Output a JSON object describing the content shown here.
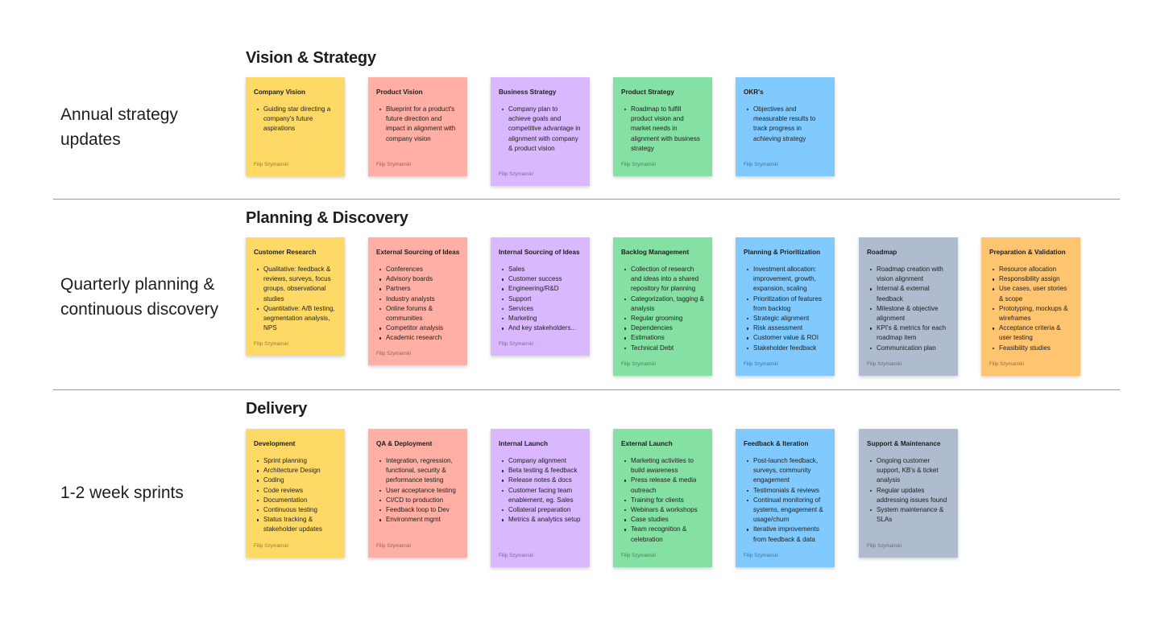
{
  "colors": {
    "yellow": "#FFD966",
    "red": "#FFAFA3",
    "purple": "#D9B8FF",
    "green": "#85E0A3",
    "blue": "#80CAFF",
    "gray": "#AFBCCF",
    "orange": "#FFC470",
    "divider": "#9A9A9A"
  },
  "rows": [
    {
      "label_lines": [
        "Annual strategy",
        "updates"
      ],
      "section_title": "Vision & Strategy",
      "notes": [
        {
          "title": "Company Vision",
          "color": "yellow",
          "author": "Filip Szymanski",
          "items": [
            "Guiding star directing a company's future aspirations"
          ]
        },
        {
          "title": "Product Vision",
          "color": "red",
          "author": "Filip Szymanski",
          "items": [
            "Blueprint for a product's future direction and impact in alignment with company vision"
          ]
        },
        {
          "title": "Business Strategy",
          "color": "purple",
          "author": "Filip Szymanski",
          "items": [
            "Company plan to achieve goals and competitive advantage in alignment with company & product vision"
          ]
        },
        {
          "title": "Product Strategy",
          "color": "green",
          "author": "Filip Szymanski",
          "items": [
            "Roadmap to fulfill product vision and market needs in alignment with business strategy"
          ]
        },
        {
          "title": "OKR's",
          "color": "blue",
          "author": "Filip Szymanski",
          "items": [
            "Objectives and measurable results to track progress in achieving strategy"
          ]
        }
      ]
    },
    {
      "label_lines": [
        "Quarterly planning &",
        "continuous discovery"
      ],
      "section_title": "Planning & Discovery",
      "notes": [
        {
          "title": "Customer Research",
          "color": "yellow",
          "author": "Filip Szymanski",
          "items": [
            "Qualitative: feedback & reviews, surveys, focus groups, observational studies",
            "Quantitative:  A/B testing, segmentation analysis, NPS"
          ]
        },
        {
          "title": "External Sourcing of Ideas",
          "color": "red",
          "author": "Filip Szymanski",
          "items": [
            "Conferences",
            "Advisory boards",
            "Partners",
            "Industry analysts",
            "Online forums & communities",
            "Competitor analysis",
            "Academic research"
          ]
        },
        {
          "title": "Internal Sourcing of Ideas",
          "color": "purple",
          "author": "Filip Szymanski",
          "items": [
            "Sales",
            "Customer success",
            "Engineering/R&D",
            "Support",
            "Services",
            "Marketing",
            "And key stakeholders..."
          ]
        },
        {
          "title": "Backlog Management",
          "color": "green",
          "author": "Filip Szymanski",
          "items": [
            "Collection of research and ideas into a shared repository for planning",
            "Categorization, tagging & analysis",
            "Regular grooming",
            "Dependencies",
            "Estimations",
            "Technical Debt"
          ]
        },
        {
          "title": "Planning & Prioritization",
          "color": "blue",
          "author": "Filip Szymanski",
          "items": [
            "Investment allocation: improvement, growth, expansion, scaling",
            "Prioritization of features from backlog",
            "Strategic alignment",
            "Risk assessment",
            "Customer value & ROI",
            "Stakeholder feedback"
          ]
        },
        {
          "title": "Roadmap",
          "color": "gray",
          "author": "Filip Szymanski",
          "items": [
            "Roadmap creation with vision alignment",
            "Internal & external feedback",
            "Milestone & objective alignment",
            "KPI's & metrics for each roadmap item",
            "Communication plan"
          ]
        },
        {
          "title": "Preparation & Validation",
          "color": "orange",
          "author": "Filip Szymanski",
          "items": [
            "Resource allocation",
            "Responsibility assign",
            "Use cases, user stories & scope",
            "Prototyping, mockups & wireframes",
            "Acceptance criteria & user testing",
            "Feasibility studies"
          ]
        }
      ]
    },
    {
      "label_lines": [
        "1-2 week sprints"
      ],
      "section_title": "Delivery",
      "notes": [
        {
          "title": "Development",
          "color": "yellow",
          "author": "Filip Szymanski",
          "items": [
            "Sprint planning",
            "Architecture Design",
            "Coding",
            "Code reviews",
            "Documentation",
            "Continuous testing",
            "Status tracking & stakeholder updates"
          ]
        },
        {
          "title": "QA & Deployment",
          "color": "red",
          "author": "Filip Szymanski",
          "items": [
            "Integration, regression, functional, security & performance testing",
            "User acceptance testing",
            "CI/CD to production",
            "Feedback loop to Dev",
            "Environment mgmt"
          ]
        },
        {
          "title": "Internal Launch",
          "color": "purple",
          "author": "Filip Szymanski",
          "items": [
            "Company alignment",
            "Beta testing & feedback",
            "Release notes & docs",
            "Customer facing team enablement, eg. Sales",
            "Collateral preparation",
            "Metrics & analytics setup"
          ]
        },
        {
          "title": "External Launch",
          "color": "green",
          "author": "Filip Szymanski",
          "items": [
            "Marketing activities to build awareness",
            "Press release & media outreach",
            "Training for clients",
            "Webinars & workshops",
            "Case studies",
            "Team recognition & celebration"
          ]
        },
        {
          "title": "Feedback & Iteration",
          "color": "blue",
          "author": "Filip Szymanski",
          "items": [
            "Post-launch feedback, surveys, community engagement",
            "Testimonials & reviews",
            "Continual monitoring of systems, engagement & usage/churn",
            "Iterative improvements from feedback & data"
          ]
        },
        {
          "title": "Support & Maintenance",
          "color": "gray",
          "author": "Filip Szymanski",
          "items": [
            "Ongoing customer support, KB's & ticket analysis",
            "Regular updates addressing issues found",
            "System maintenance & SLAs"
          ]
        }
      ]
    }
  ]
}
